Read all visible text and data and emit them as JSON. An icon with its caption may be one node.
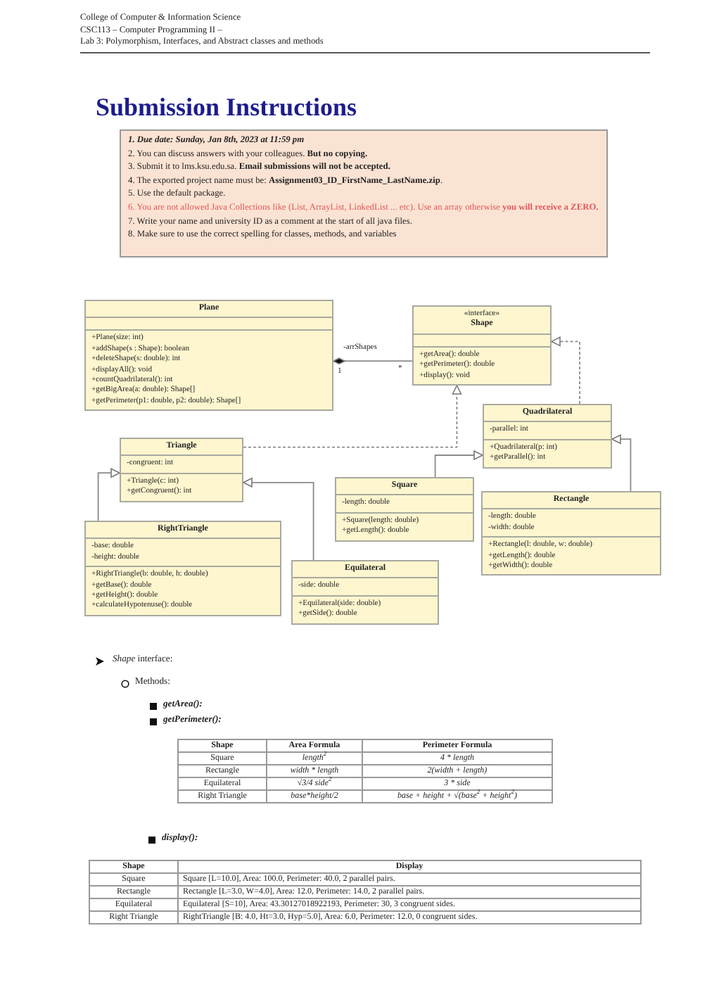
{
  "diagram": {
    "title": "Submission Instructions",
    "nodes": [
      {
        "text": [
          "Plane",
          "+Plane(size: int)",
          "+addShape(s : Shape): boolean",
          "+deleteShape(s: double): int",
          "+displayAll(): void",
          "+countQuadrilateral(): int",
          "+getBigArea(a: double): Shape[]",
          "+getPerimeter(p1: double, p2: double): Shape[]"
        ]
      },
      {
        "text": [
          "«interface»",
          "Shape",
          "+getArea(): double",
          "+getPerimeter(): double",
          "+display(): void"
        ]
      },
      {
        "text": [
          "Quadrilateral",
          "-parallel: int",
          "+Quadrilateral(p: int)",
          "+getParallel(): int"
        ]
      },
      {
        "text": [
          "Triangle",
          "-congruent: int",
          "+Triangle(c: int)",
          "+getCongruent(): int"
        ]
      },
      {
        "text": [
          "Square",
          "-length: double",
          "+Square(length: double)",
          "+getLength(): double"
        ]
      },
      {
        "text": [
          "Rectangle",
          "-length: double",
          "-width: double",
          "+Rectangle(l: double, w: double)",
          "+getLength(): double",
          "+getWidth(): double"
        ]
      },
      {
        "text": [
          "RightTriangle",
          "-base: double",
          "-height: double",
          "+RightTriangle(b: double, h: double)",
          "+getBase(): double",
          "+getHeight(): double",
          "+calculateHypotenuse(): double"
        ]
      },
      {
        "text": [
          "Equilateral",
          "-side: double",
          "+Equilateral(side: double)",
          "+getSide(): double"
        ]
      }
    ],
    "edges": [
      {
        "from": 0,
        "to": 1,
        "arrow": "other",
        "label": "-arrShapes"
      },
      {
        "from": 3,
        "to": 1,
        "arrow": "to",
        "style": "dashed"
      },
      {
        "from": 2,
        "to": 1,
        "arrow": "to",
        "style": "dashed"
      },
      {
        "from": 4,
        "to": 2,
        "arrow": "to"
      },
      {
        "from": 5,
        "to": 2,
        "arrow": "to"
      },
      {
        "from": 6,
        "to": 3,
        "arrow": "to"
      },
      {
        "from": 7,
        "to": 3,
        "arrow": "to"
      }
    ],
    "labels": [
      "College of Computer & Information Science",
      "CSC113 – Computer Programming II –",
      "Lab 3: Polymorphism, Interfaces, and Abstract classes and methods",
      "1. Due date: Sunday, Jan 8th, 2023 at 11:59 pm",
      "2. You can discuss answers with your colleagues. **But no copying.**",
      "3. Submit it to lms.ksu.edu.sa. **Email submissions will not be accepted.**",
      "4. The exported project name must be: **Assignment03_ID_FirstName_LastName.zip**.",
      "5. Use the default package.",
      "6. You are not allowed Java Collections like (List, ArrayList, LinkedList ... etc). Use an array otherwise **you will receive a ZERO.**",
      "7. Write your name and university ID as a comment at the start of all java files.",
      "8. Make sure to use the correct spelling for classes, methods, and variables",
      "1",
      "*",
      "*Shape* interface:",
      "Methods:",
      "getArea():",
      "getPerimeter():",
      "Shape",
      "Area Formula",
      "Perimeter Formula",
      "Square",
      "length$^{2}$",
      "4 * length",
      "Rectangle",
      "width * length",
      "2(width + length)",
      "Equilateral",
      "√3/4 side$^{2}$",
      "3 * side",
      "Right Triangle",
      "base*height/2",
      "base + height + √(base$^{2}$ + height$^{2}$)",
      "display():",
      "Shape",
      "Display",
      "Square",
      "Square [L=10.0], Area: 100.0, Perimeter: 40.0, 2 parallel pairs.",
      "Rectangle",
      "Rectangle [L=3.0, W=4.0], Area: 12.0, Perimeter: 14.0, 2 parallel pairs.",
      "Equilateral",
      "Equilateral [S=10], Area: 43.30127018922193, Perimeter: 30, 3 congruent sides.",
      "Right Triangle",
      "RightTriangle [B: 4.0, Ht=3.0, Hyp=5.0], Area: 6.0, Perimeter: 12.0, 0 congruent sides."
    ]
  }
}
